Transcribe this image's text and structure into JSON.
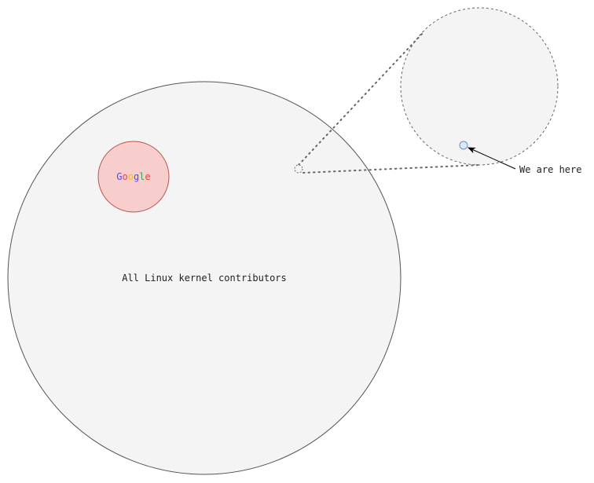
{
  "labels": {
    "big_circle": "All Linux kernel contributors",
    "annotation": "We are here",
    "google_letters": [
      {
        "ch": "G",
        "color": "#4a4cf0"
      },
      {
        "ch": "o",
        "color": "#e8433a"
      },
      {
        "ch": "o",
        "color": "#f0b93a"
      },
      {
        "ch": "g",
        "color": "#4a4cf0"
      },
      {
        "ch": "l",
        "color": "#34a853"
      },
      {
        "ch": "e",
        "color": "#e8433a"
      }
    ]
  },
  "colors": {
    "big_circle_fill": "#f4f4f4",
    "big_circle_stroke": "#555555",
    "google_fill": "#f8cecc",
    "google_stroke": "#b85450",
    "zoom_fill": "#f4f4f4",
    "zoom_stroke": "#666666",
    "dot_fill": "#dae8fc",
    "dot_stroke": "#6c8ebf",
    "arrow": "#000000",
    "connector": "#666666"
  }
}
